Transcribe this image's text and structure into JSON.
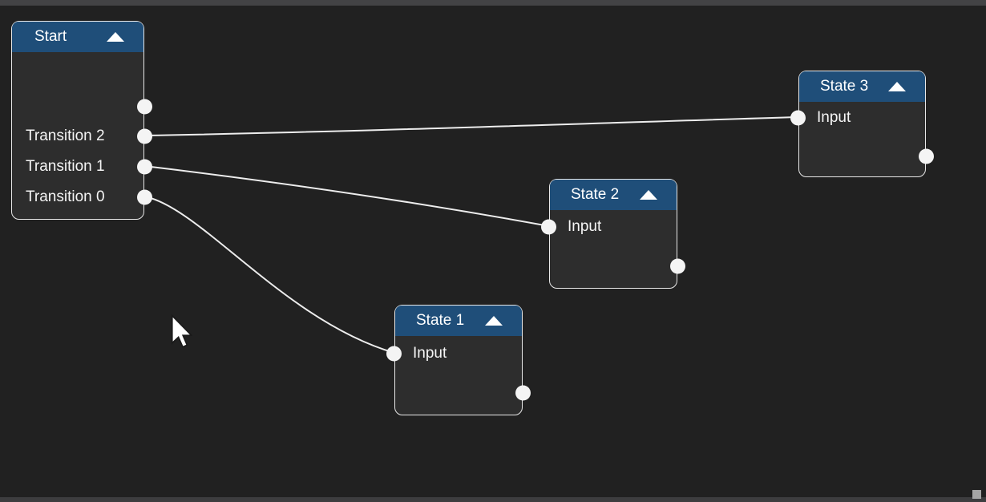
{
  "window": {
    "background": "#212121",
    "top_strip_color": "#434345",
    "bottom_strip_color": "#3d3d3f",
    "resize_grip_color": "#a5a5a5"
  },
  "colors": {
    "header_blue": "#1f4e79",
    "node_body": "#2d2d2d",
    "node_border": "#e8e8e8",
    "wire": "#ededed",
    "port_fill": "#f4f4f4",
    "text": "#f5f5f5"
  },
  "icons": {
    "collapse": "collapse-up-icon",
    "cursor": "mouse-arrow-cursor"
  },
  "nodes": {
    "start": {
      "title": "Start",
      "rows": [
        {
          "label": ""
        },
        {
          "label": "Transition 2"
        },
        {
          "label": "Transition 1"
        },
        {
          "label": "Transition 0"
        }
      ]
    },
    "state1": {
      "title": "State 1",
      "input_label": "Input"
    },
    "state2": {
      "title": "State 2",
      "input_label": "Input"
    },
    "state3": {
      "title": "State 3",
      "input_label": "Input"
    }
  },
  "connections": [
    {
      "from": "Start.Transition 2",
      "to": "State 3.Input"
    },
    {
      "from": "Start.Transition 1",
      "to": "State 2.Input"
    },
    {
      "from": "Start.Transition 0",
      "to": "State 1.Input"
    }
  ]
}
